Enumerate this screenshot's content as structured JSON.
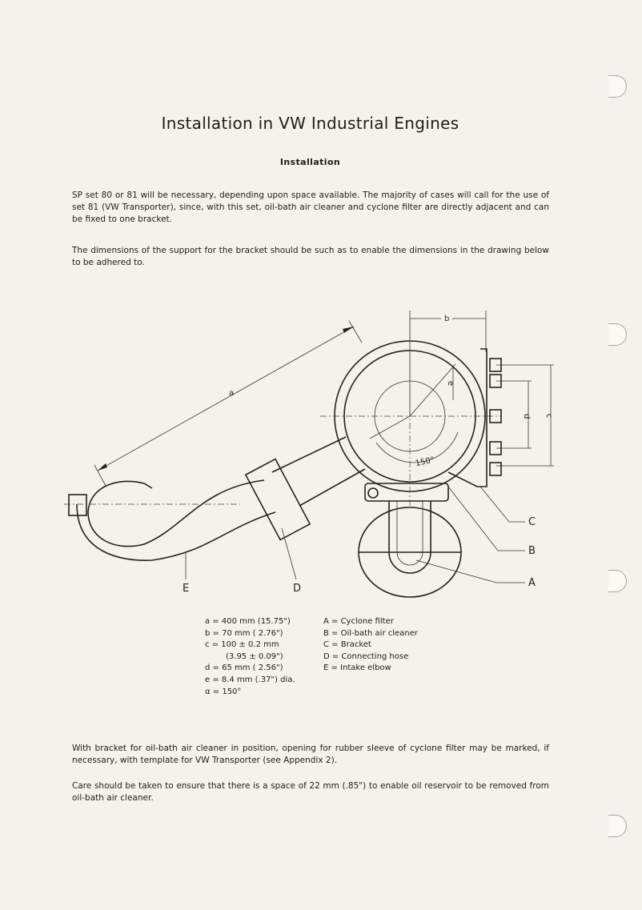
{
  "title": "Installation in VW Industrial Engines",
  "subtitle": "Installation",
  "paragraphs": {
    "p1": "SP set 80 or 81 will be necessary, depending upon space available. The majority of cases will call for the use of set 81 (VW Transporter), since, with this set, oil-bath air cleaner and cyclone filter are directly adjacent and can be fixed to one bracket.",
    "p2": "The dimensions of the support for the bracket should be such as to enable the dimensions in the drawing below to be adhered to.",
    "p3": "With bracket for oil-bath air cleaner in position, opening for rubber sleeve of cyclone filter may be marked, if necessary, with template for VW Transporter (see Appendix 2).",
    "p4": "Care should be taken to ensure that there is a space of 22 mm (.85\") to enable oil reservoir to be removed from oil-bath air cleaner."
  },
  "drawing": {
    "labels": {
      "a": "a",
      "b": "b",
      "c": "c",
      "d": "d",
      "e": "e",
      "angle": "150°",
      "A": "A",
      "B": "B",
      "C": "C",
      "D": "D",
      "E": "E"
    }
  },
  "dimensions": [
    "a = 400 mm (15.75\")",
    "b =   70 mm ( 2.76\")",
    "c = 100 ± 0.2 mm",
    "(3.95 ± 0.09\")",
    "d =   65 mm ( 2.56\")",
    "e = 8.4 mm (.37\") dia.",
    "α = 150°"
  ],
  "parts": [
    "A = Cyclone filter",
    "B = Oil-bath air cleaner",
    "C = Bracket",
    "D = Connecting hose",
    "E = Intake elbow"
  ]
}
